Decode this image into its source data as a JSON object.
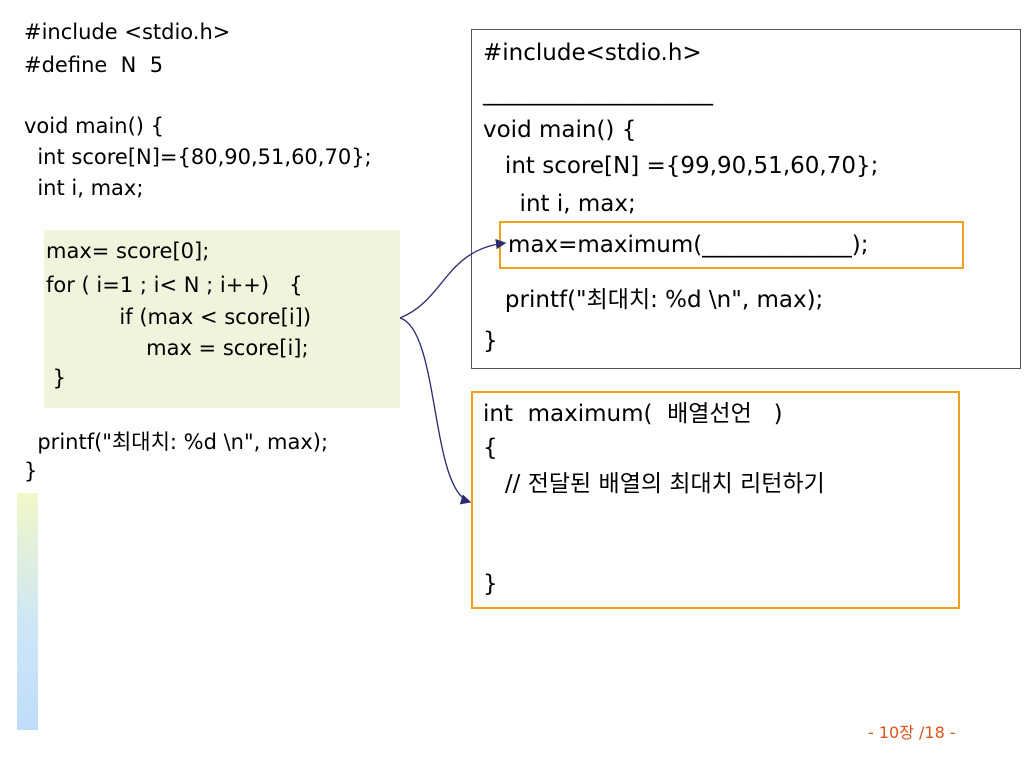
{
  "left_code": {
    "include": "#include <stdio.h>",
    "define": "#define  N  5",
    "main_decl": "void main() {",
    "score_decl": "  int score[N]={80,90,51,60,70};",
    "vars_decl": "  int i, max;",
    "max_init": "max= score[0];",
    "for_loop": "for ( i=1 ; i< N ; i++)   {",
    "if_stmt": "           if (max < score[i])",
    "assign_stmt": "               max = score[i];",
    "for_close": " }",
    "printf_stmt": "  printf(\"최대치: %d \\n\", max);",
    "main_close": "}"
  },
  "box1": {
    "include": "#include<stdio.h>",
    "blank_line": "____________________",
    "main_decl": "void main() {",
    "score_decl": "   int score[N] ={99,90,51,60,70};",
    "vars_decl": "     int i, max;",
    "call_stmt": "max=maximum(_____________);",
    "printf_stmt": "   printf(\"최대치: %d \\n\", max);",
    "close": "}"
  },
  "box2": {
    "signature": "int  maximum(  배열선언   )",
    "open": "{",
    "comment": "   // 전달된 배열의 최대치 리턴하기",
    "close": "}"
  },
  "footer": {
    "page_number": "- 10장 /18 -"
  },
  "colors": {
    "highlight_bg": "#eef5dc",
    "box_border_orange": "#f0a020",
    "box_border_gray": "#555555",
    "arrow": "#2a2a6e",
    "page_number": "#d9541a"
  }
}
